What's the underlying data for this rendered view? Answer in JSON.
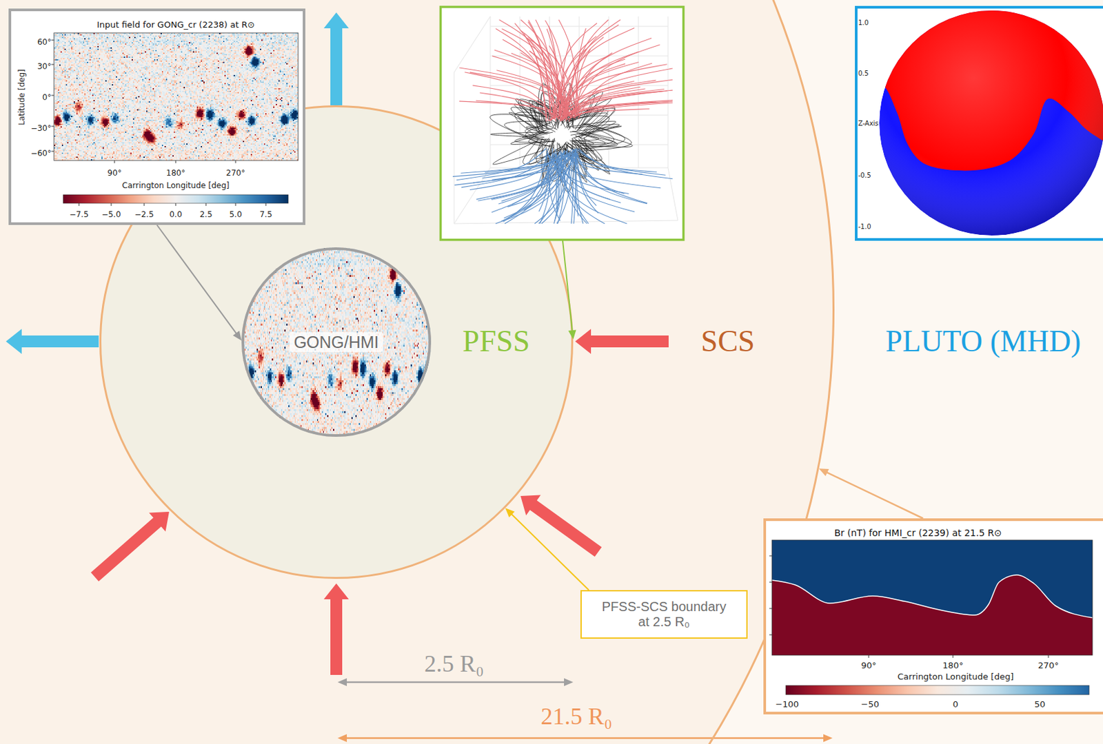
{
  "diagram": {
    "nodes": [
      {
        "text": [
          "SCS"
        ]
      },
      {
        "text": [
          "PFSS"
        ],
        "in": 0
      },
      {
        "text": [
          "GONG/HMI"
        ],
        "in": 1
      },
      {
        "text": [
          "Input field for GONG_cr (2238) at R⊙"
        ]
      },
      {
        "text": [
          "PFSS-SCS boundary at 2.5 R₀"
        ],
        "in": 0
      },
      {
        "text": [
          "Br (nT) for HMI_cr (2239) at 21.5 R⊙"
        ]
      }
    ],
    "edges": [
      {
        "from": 3,
        "to": 2,
        "arrow": "to"
      },
      {
        "from": 4,
        "to": 1,
        "arrow": "to"
      },
      {
        "from": 5,
        "to": 0,
        "arrow": "to"
      }
    ],
    "labels": [
      "60°",
      "30°",
      "0°",
      "−30°",
      "−60°",
      "Latitude [deg]",
      "90°",
      "180°",
      "270°",
      "Carrington Longitude [deg]",
      "−7.5",
      "−5.0",
      "−2.5",
      "0.0",
      "2.5",
      "5.0",
      "7.5",
      "1.0",
      "0.5",
      "Z-Axis",
      "-0.5",
      "-1.0",
      "PLUTO (MHD)",
      "90°",
      "180°",
      "270°",
      "Carrington Longitude [deg]",
      "−100",
      "−50",
      "0",
      "50",
      "2.5 R₀",
      "21.5 R₀"
    ]
  }
}
